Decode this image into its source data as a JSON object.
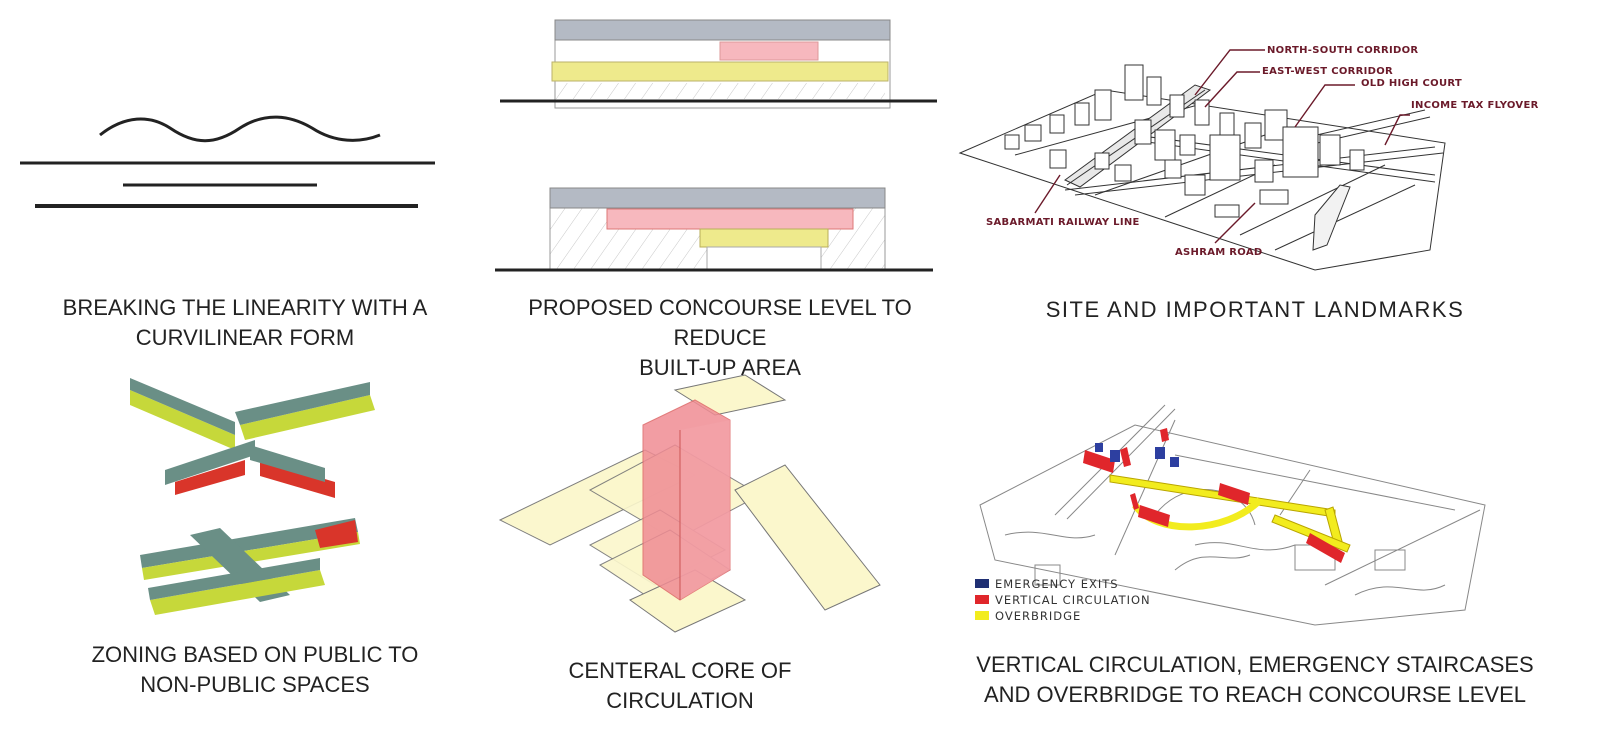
{
  "captions": {
    "p1": [
      "BREAKING THE LINEARITY WITH A",
      "CURVILINEAR FORM"
    ],
    "p2": [
      "PROPOSED CONCOURSE LEVEL TO REDUCE",
      "BUILT-UP AREA"
    ],
    "p3": [
      "SITE AND IMPORTANT LANDMARKS"
    ],
    "p4": [
      "ZONING BASED ON PUBLIC TO",
      "NON-PUBLIC SPACES"
    ],
    "p5": [
      "CENTERAL CORE OF CIRCULATION"
    ],
    "p6": [
      "VERTICAL CIRCULATION, EMERGENCY STAIRCASES",
      "AND OVERBRIDGE TO REACH CONCOURSE LEVEL"
    ]
  },
  "site_labels": {
    "north_south": "NORTH-SOUTH CORRIDOR",
    "east_west": "EAST-WEST CORRIDOR",
    "old_high_court": "OLD HIGH COURT",
    "income_tax": "INCOME TAX FLYOVER",
    "railway": "SABARMATI RAILWAY LINE",
    "ashram": "ASHRAM ROAD"
  },
  "legend": [
    {
      "label": "EMERGENCY EXITS",
      "color": "#1f2f73"
    },
    {
      "label": "VERTICAL CIRCULATION",
      "color": "#e0262b"
    },
    {
      "label": "OVERBRIDGE",
      "color": "#f2ec1e"
    }
  ],
  "colors": {
    "label_maroon": "#6b1a2a",
    "roof_grey": "#b4bac4",
    "pink": "#f7b8be",
    "yellow": "#eeea8c",
    "teal": "#6a8f86",
    "lime": "#c6d83a",
    "red": "#d9352a",
    "core_pink": "#f08c94",
    "pale_yellow": "#fbf7cc"
  }
}
